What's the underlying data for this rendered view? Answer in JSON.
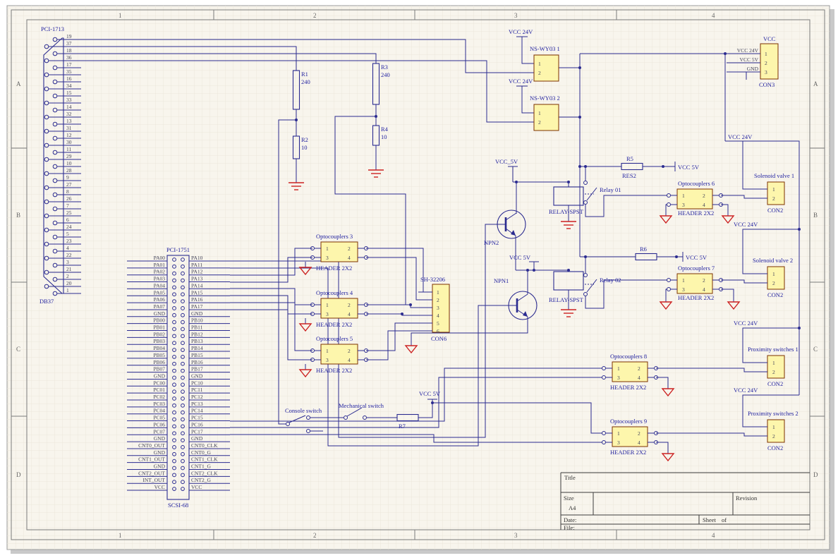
{
  "frame": {
    "columns": [
      "1",
      "2",
      "3",
      "4"
    ],
    "rows": [
      "A",
      "B",
      "C",
      "D"
    ]
  },
  "title_block": {
    "title_label": "Title",
    "size_label": "Size",
    "size_value": "A4",
    "revision_label": "Revision",
    "date_label": "Date:",
    "sheet_label": "Sheet",
    "of_label": "of",
    "file_label": "File:"
  },
  "power": {
    "vcc24": "VCC 24V",
    "vcc5": "VCC 5V",
    "vcc5u": "VCC_5V",
    "vcc": "VCC"
  },
  "db37": {
    "part": "PCI-1713",
    "name": "DB37",
    "pins": [
      "19",
      "37",
      "18",
      "36",
      "17",
      "35",
      "16",
      "34",
      "15",
      "33",
      "14",
      "32",
      "13",
      "31",
      "12",
      "30",
      "11",
      "29",
      "10",
      "28",
      "9",
      "27",
      "8",
      "26",
      "7",
      "25",
      "6",
      "24",
      "5",
      "23",
      "4",
      "22",
      "3",
      "21",
      "2",
      "20",
      "1"
    ]
  },
  "scsi68": {
    "part": "PCI-1751",
    "name": "SCSI-68",
    "rows": [
      {
        "l": "PA00",
        "r": "PA10"
      },
      {
        "l": "PA01",
        "r": "PA11"
      },
      {
        "l": "PA02",
        "r": "PA12"
      },
      {
        "l": "PA03",
        "r": "PA13"
      },
      {
        "l": "PA04",
        "r": "PA14"
      },
      {
        "l": "PA05",
        "r": "PA15"
      },
      {
        "l": "PA06",
        "r": "PA16"
      },
      {
        "l": "PA07",
        "r": "PA17"
      },
      {
        "l": "GND",
        "r": "GND"
      },
      {
        "l": "PB00",
        "r": "PB10"
      },
      {
        "l": "PB01",
        "r": "PB11"
      },
      {
        "l": "PB02",
        "r": "PB12"
      },
      {
        "l": "PB03",
        "r": "PB13"
      },
      {
        "l": "PB04",
        "r": "PB14"
      },
      {
        "l": "PB05",
        "r": "PB15"
      },
      {
        "l": "PB06",
        "r": "PB16"
      },
      {
        "l": "PB07",
        "r": "PB17"
      },
      {
        "l": "GND",
        "r": "GND"
      },
      {
        "l": "PC00",
        "r": "PC10"
      },
      {
        "l": "PC01",
        "r": "PC11"
      },
      {
        "l": "PC02",
        "r": "PC12"
      },
      {
        "l": "PC03",
        "r": "PC13"
      },
      {
        "l": "PC04",
        "r": "PC14"
      },
      {
        "l": "PC05",
        "r": "PC15"
      },
      {
        "l": "PC06",
        "r": "PC16"
      },
      {
        "l": "PC07",
        "r": "PC17"
      },
      {
        "l": "GND",
        "r": "GND"
      },
      {
        "l": "CNT0_OUT",
        "r": "CNT0_CLK"
      },
      {
        "l": "GND",
        "r": "CNT0_G"
      },
      {
        "l": "CNT1_OUT",
        "r": "CNT1_CLK"
      },
      {
        "l": "GND",
        "r": "CNT1_G"
      },
      {
        "l": "CNT2_OUT",
        "r": "CNT2_CLK"
      },
      {
        "l": "INT_OUT",
        "r": "CNT2_G"
      },
      {
        "l": "VCC",
        "r": "VCC"
      }
    ]
  },
  "con3": {
    "title": "VCC",
    "ref": "CON3",
    "rows": [
      {
        "n": "1",
        "label": "VCC 24V"
      },
      {
        "n": "2",
        "label": "VCC 5V"
      },
      {
        "n": "3",
        "label": "GND"
      }
    ]
  },
  "con6": {
    "title": "SH-32206",
    "ref": "CON6",
    "pins": [
      "1",
      "2",
      "3",
      "4",
      "5",
      "6"
    ]
  },
  "ns": [
    {
      "name": "NS-WY03 1"
    },
    {
      "name": "NS-WY03 2"
    }
  ],
  "ns_pins": [
    "1",
    "2"
  ],
  "optos": [
    {
      "title": "Optocouplers 3"
    },
    {
      "title": "Optocouplers 4"
    },
    {
      "title": "Optocouplers 5"
    },
    {
      "title": "Optocouplers 6"
    },
    {
      "title": "Optocouplers 7"
    },
    {
      "title": "Optocouplers 8"
    },
    {
      "title": "Optocouplers 9"
    }
  ],
  "opto_pins": [
    "1",
    "2",
    "3",
    "4"
  ],
  "opto_footprint": "HEADER 2X2",
  "con2_list": [
    {
      "title": "Solenoid valve 1",
      "ref": "CON2"
    },
    {
      "title": "Solenoid valve 2",
      "ref": "CON2"
    },
    {
      "title": "Proximity switches 1",
      "ref": "CON2"
    },
    {
      "title": "Proximity switches 2",
      "ref": "CON2"
    }
  ],
  "con2_pins": [
    "1",
    "2"
  ],
  "relays": [
    {
      "name": "Relay 01",
      "type": "RELAY-SPST"
    },
    {
      "name": "Relay 02",
      "type": "RELAY-SPST"
    }
  ],
  "transistors": [
    {
      "name": "NPN2"
    },
    {
      "name": "NPN1"
    }
  ],
  "switches": [
    {
      "name": "Console switch"
    },
    {
      "name": "Mechanical switch"
    }
  ],
  "resistors": [
    {
      "ref": "R1",
      "value": "240"
    },
    {
      "ref": "R2",
      "value": "10"
    },
    {
      "ref": "R3",
      "value": "240"
    },
    {
      "ref": "R4",
      "value": "10"
    },
    {
      "ref": "R5",
      "value": "RES2"
    },
    {
      "ref": "R6",
      "value": ""
    },
    {
      "ref": "R7",
      "value": ""
    }
  ]
}
